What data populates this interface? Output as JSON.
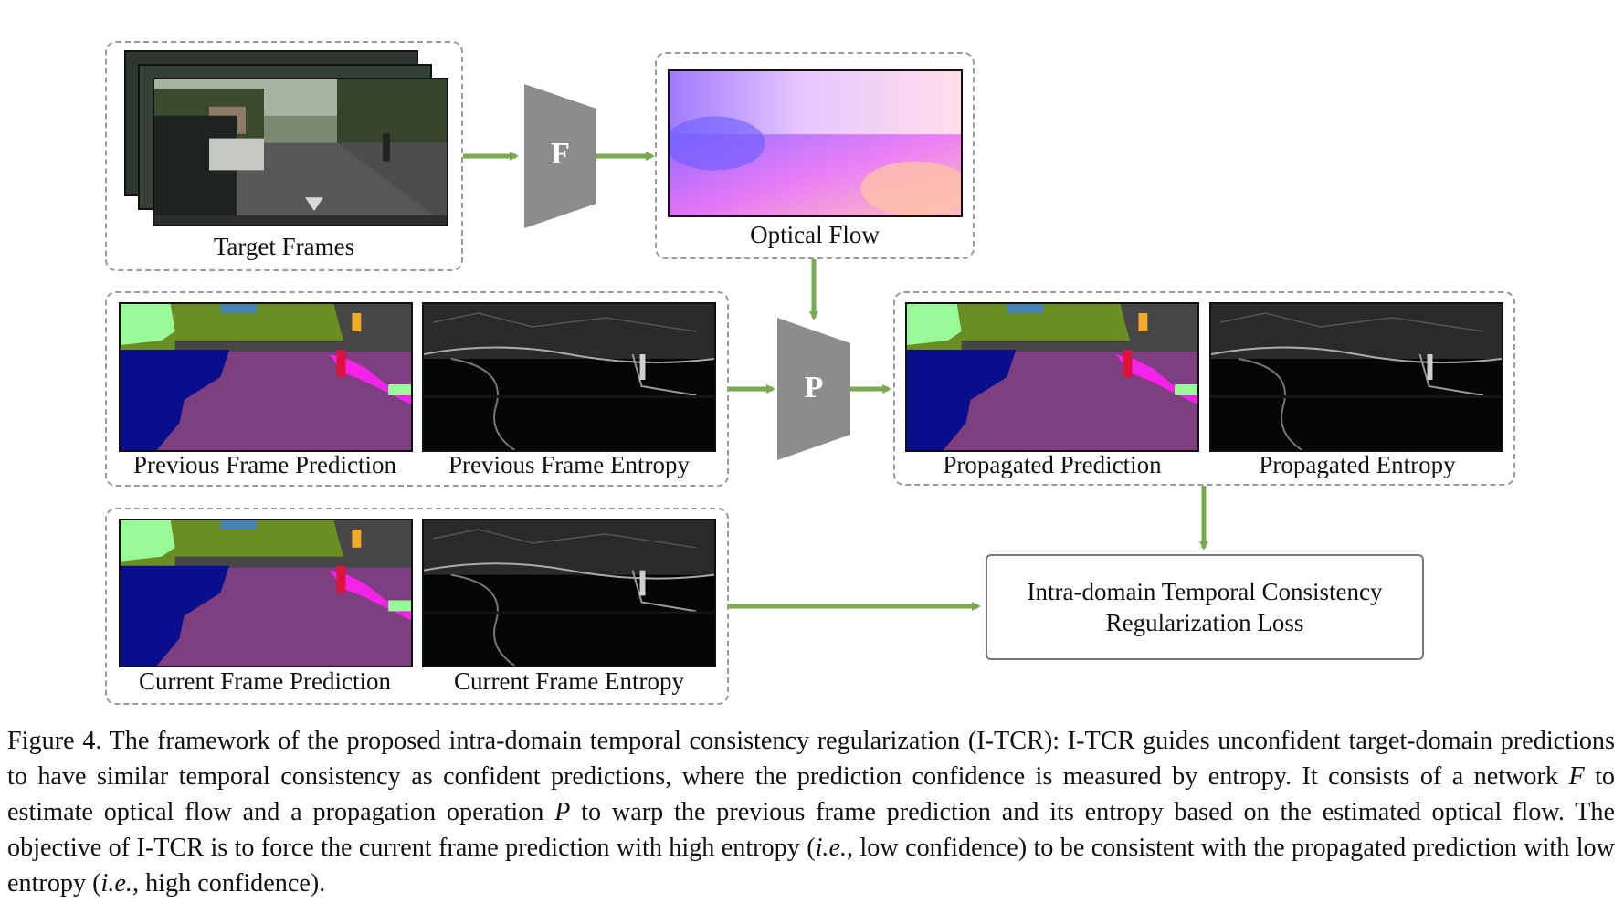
{
  "labels": {
    "target_frames": "Target Frames",
    "optical_flow": "Optical Flow",
    "prev_pred": "Previous Frame Prediction",
    "prev_entropy": "Previous Frame Entropy",
    "prop_pred": "Propagated Prediction",
    "prop_entropy": "Propagated Entropy",
    "cur_pred": "Current Frame Prediction",
    "cur_entropy": "Current Frame Entropy",
    "net_f": "F",
    "net_p": "P",
    "loss_line1": "Intra-domain Temporal Consistency",
    "loss_line2": "Regularization Loss"
  },
  "caption": {
    "p1": "Figure 4. The framework of the proposed intra-domain temporal consistency regularization (I-TCR): I-TCR guides unconfident target-domain predictions to have similar temporal consistency as confident predictions, where the prediction confidence is measured by entropy. It consists of a network ",
    "F": "F",
    "p2": " to estimate optical flow and a propagation operation ",
    "P": "P",
    "p3": " to warp the previous frame prediction and its entropy based on the estimated optical flow. The objective of I-TCR is to force the current frame prediction with high entropy (",
    "ie1": "i.e.",
    "p4": ", low confidence) to be consistent with the propagated prediction with low entropy (",
    "ie2": "i.e.",
    "p5": ", high confidence)."
  },
  "colors": {
    "arrow": "#7aa94f",
    "network": "#8c8c8c",
    "dash_border": "#9a9a9a",
    "road": "#7d3f80",
    "car": "#0a0e8c",
    "vegetation": "#6b8e23",
    "sky": "#4682b4",
    "building": "#464646",
    "sidewalk": "#f423e8",
    "terrain": "#98fb98",
    "person": "#dc143c",
    "traffic_sign": "#f0ab2a"
  }
}
